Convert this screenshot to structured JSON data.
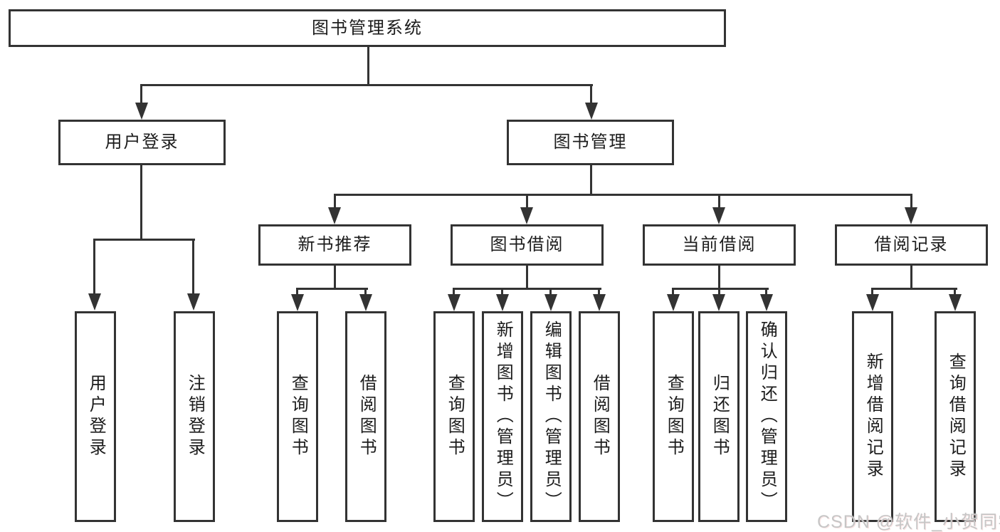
{
  "tree": {
    "label": "图书管理系统",
    "children": [
      {
        "label": "用户登录",
        "children": [
          {
            "label": "用户登录"
          },
          {
            "label": "注销登录"
          }
        ]
      },
      {
        "label": "图书管理",
        "children": [
          {
            "label": "新书推荐",
            "children": [
              {
                "label": "查询图书"
              },
              {
                "label": "借阅图书"
              }
            ]
          },
          {
            "label": "图书借阅",
            "children": [
              {
                "label": "查询图书"
              },
              {
                "label": "新增图书（管理员）"
              },
              {
                "label": "编辑图书（管理员）"
              },
              {
                "label": "借阅图书"
              }
            ]
          },
          {
            "label": "当前借阅",
            "children": [
              {
                "label": "查询图书"
              },
              {
                "label": "归还图书"
              },
              {
                "label": "确认归还（管理员）"
              }
            ]
          },
          {
            "label": "借阅记录",
            "children": [
              {
                "label": "新增借阅记录"
              },
              {
                "label": "查询借阅记录"
              }
            ]
          }
        ]
      }
    ]
  },
  "watermark": {
    "text": "CSDN @软件_小贺同学"
  },
  "colors": {
    "line": "#333333",
    "box_border": "#333333",
    "text": "#1c1c1c",
    "background": "#ffffff",
    "watermark": "#c6c6c6"
  }
}
